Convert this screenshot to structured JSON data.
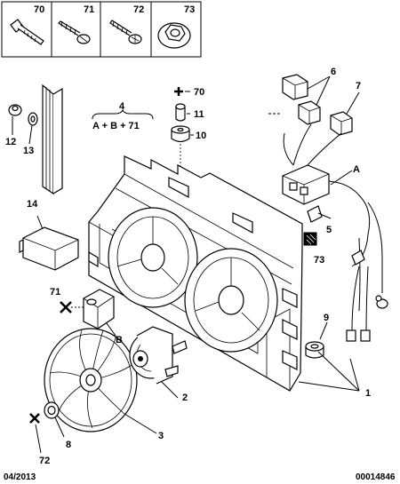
{
  "header_parts": [
    {
      "ref": "70",
      "icon": "bolt-icon"
    },
    {
      "ref": "71",
      "icon": "screw-icon"
    },
    {
      "ref": "72",
      "icon": "bolt-icon"
    },
    {
      "ref": "73",
      "icon": "flange-nut-icon"
    }
  ],
  "formula": {
    "ref": "4",
    "text": "A + B + 71"
  },
  "callouts": {
    "c1": "1",
    "c2": "2",
    "c3": "3",
    "c5": "5",
    "c6": "6",
    "c7": "7",
    "c8": "8",
    "c9": "9",
    "c10": "10",
    "c11": "11",
    "c12": "12",
    "c13": "13",
    "c14": "14",
    "c70": "70",
    "c71": "71",
    "c72": "72",
    "c73": "73",
    "cA": "A",
    "cB": "B"
  },
  "footer": {
    "date": "04/2013",
    "code": "00014846"
  }
}
